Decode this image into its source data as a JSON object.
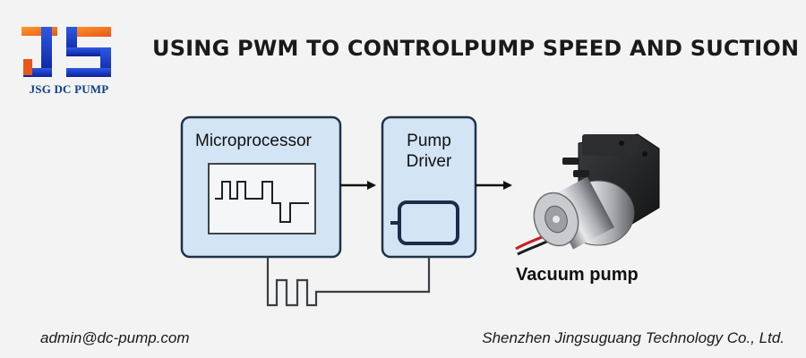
{
  "brand": {
    "logo_text": "JSG DC PUMP",
    "colors": {
      "blue": "#1f3fd1",
      "orange": "#f07a1a"
    }
  },
  "title": "USING PWM TO CONTROLPUMP SPEED AND SUCTION",
  "diagram": {
    "microprocessor_label": "Microprocessor",
    "driver_label_line1": "Pump",
    "driver_label_line2": "Driver",
    "pump_label": "Vacuum pump",
    "colors": {
      "block_fill": "#d3e4f4",
      "block_stroke": "#1e3347",
      "connector": "#3a3f45",
      "wire_red": "#c81e1e"
    }
  },
  "footer": {
    "email": "admin@dc-pump.com",
    "company": "Shenzhen Jingsuguang Technology Co., Ltd."
  }
}
